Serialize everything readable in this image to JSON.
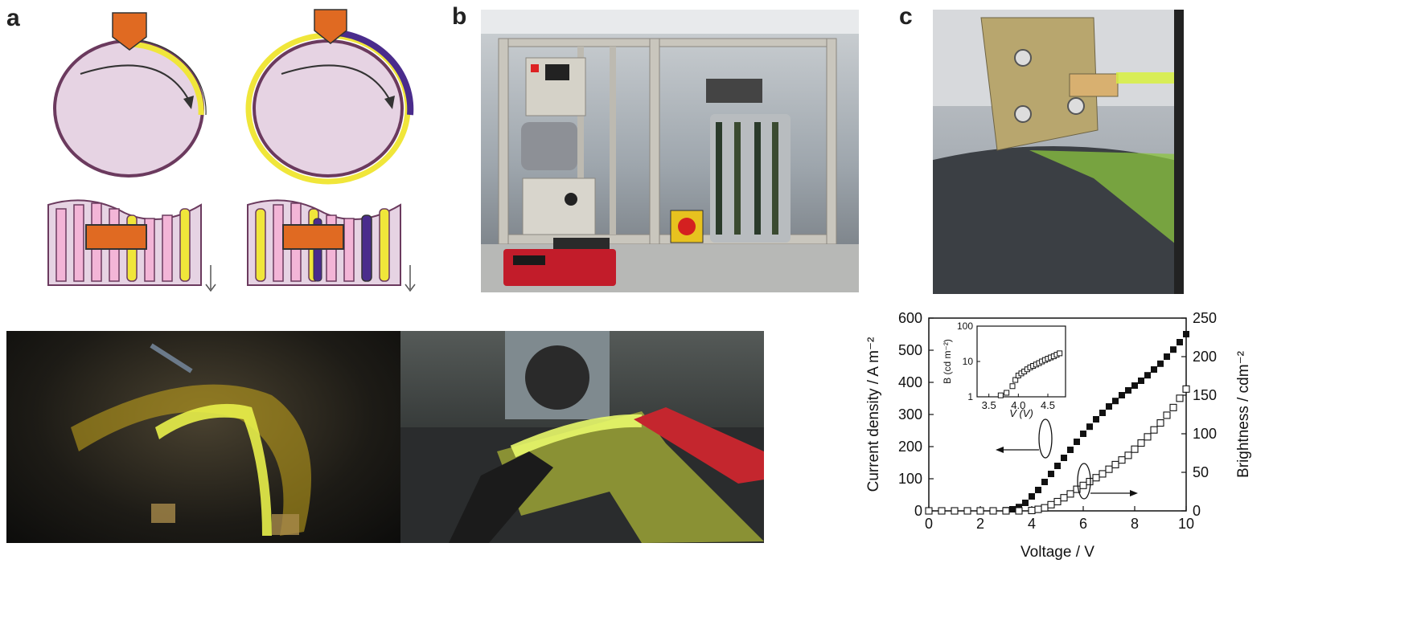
{
  "figure": {
    "panel_labels": {
      "a": "a",
      "b": "b",
      "c": "c"
    }
  },
  "colors": {
    "drum": "#e6d3e3",
    "drum_outline": "#6b3a5e",
    "ink_yellow": "#f0e63a",
    "ink_purple": "#4a2c8c",
    "nozzle": "#e06a22",
    "stripe_pink": "#f3b5d7",
    "plot_black": "#111111"
  },
  "chart_data": {
    "type": "scatter",
    "xlabel": "Voltage / V",
    "ylabel_left": "Current density / A m⁻²",
    "ylabel_right": "Brightness / cdm⁻²",
    "xlim": [
      0,
      10
    ],
    "ylim_left": [
      0,
      600
    ],
    "ylim_right": [
      0,
      250
    ],
    "x_ticks": [
      "0",
      "2",
      "4",
      "6",
      "8",
      "10"
    ],
    "y_left_ticks": [
      "0",
      "100",
      "200",
      "300",
      "400",
      "500",
      "600"
    ],
    "y_right_ticks": [
      "0",
      "50",
      "100",
      "150",
      "200",
      "250"
    ],
    "series": [
      {
        "marker": "filled-square",
        "axis": "left",
        "x": [
          0,
          0.5,
          1,
          1.5,
          2,
          2.5,
          3,
          3.25,
          3.5,
          3.75,
          4,
          4.25,
          4.5,
          4.75,
          5,
          5.25,
          5.5,
          5.75,
          6,
          6.25,
          6.5,
          6.75,
          7,
          7.25,
          7.5,
          7.75,
          8,
          8.25,
          8.5,
          8.75,
          9,
          9.25,
          9.5,
          9.75,
          10
        ],
        "y": [
          0,
          0,
          0,
          0,
          0,
          0,
          2,
          5,
          12,
          25,
          45,
          65,
          90,
          115,
          140,
          165,
          190,
          215,
          240,
          262,
          285,
          305,
          325,
          342,
          360,
          375,
          390,
          405,
          422,
          440,
          458,
          480,
          502,
          525,
          550
        ]
      },
      {
        "marker": "open-square",
        "axis": "right",
        "x": [
          0,
          0.5,
          1,
          1.5,
          2,
          2.5,
          3,
          3.5,
          4,
          4.25,
          4.5,
          4.75,
          5,
          5.25,
          5.5,
          5.75,
          6,
          6.25,
          6.5,
          6.75,
          7,
          7.25,
          7.5,
          7.75,
          8,
          8.25,
          8.5,
          8.75,
          9,
          9.25,
          9.5,
          9.75,
          10
        ],
        "y": [
          0,
          0,
          0,
          0,
          0,
          0,
          0,
          0,
          0.5,
          2,
          4,
          8,
          12,
          17,
          22,
          28,
          33,
          38,
          43,
          48,
          54,
          60,
          66,
          72,
          80,
          88,
          96,
          105,
          114,
          124,
          134,
          146,
          158
        ]
      }
    ],
    "inset": {
      "type": "scatter",
      "xlabel": "V (V)",
      "ylabel": "B (cd m⁻²)",
      "xlim": [
        3.3,
        4.8
      ],
      "ylim": [
        1,
        100
      ],
      "yscale": "log",
      "x_ticks": [
        "3.5",
        "4.0",
        "4.5"
      ],
      "y_ticks": [
        "1",
        "10",
        "100"
      ],
      "series": [
        {
          "marker": "open-square",
          "x": [
            3.7,
            3.8,
            3.9,
            3.95,
            4.0,
            4.05,
            4.1,
            4.15,
            4.2,
            4.25,
            4.3,
            4.35,
            4.4,
            4.45,
            4.5,
            4.55,
            4.6,
            4.65,
            4.7
          ],
          "y": [
            1.1,
            1.3,
            2.0,
            3.0,
            4.0,
            4.6,
            5.2,
            6.0,
            6.8,
            7.5,
            8.2,
            9.0,
            10.0,
            11.0,
            12.0,
            13.0,
            14.0,
            15.5,
            17.0
          ]
        }
      ]
    }
  }
}
